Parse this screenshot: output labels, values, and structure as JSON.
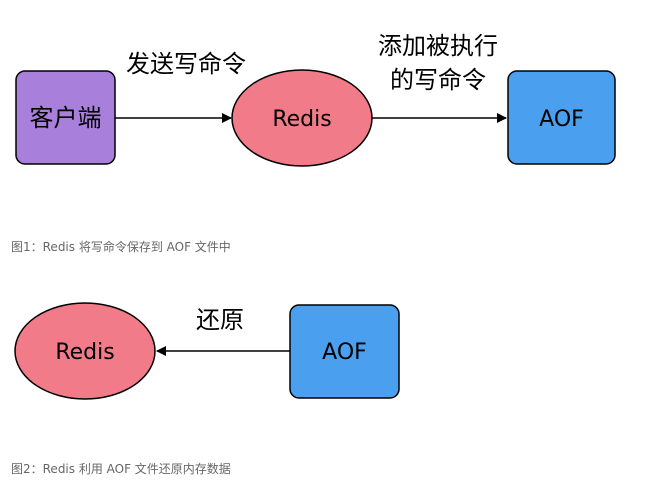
{
  "figure1": {
    "client_label": "客户端",
    "redis_label": "Redis",
    "aof_label": "AOF",
    "arrow1_label": "发送写命令",
    "arrow2_label_line1": "添加被执行",
    "arrow2_label_line2": "的写命令",
    "caption": "图1：Redis 将写命令保存到 AOF 文件中"
  },
  "figure2": {
    "redis_label": "Redis",
    "aof_label": "AOF",
    "arrow_label": "还原",
    "caption": "图2：Redis 利用 AOF 文件还原内存数据"
  },
  "colors": {
    "client_fill": "#a87fdb",
    "redis_fill": "#f27b89",
    "aof_fill": "#4aa0ee",
    "stroke": "#000000",
    "caption_text": "#666666"
  }
}
